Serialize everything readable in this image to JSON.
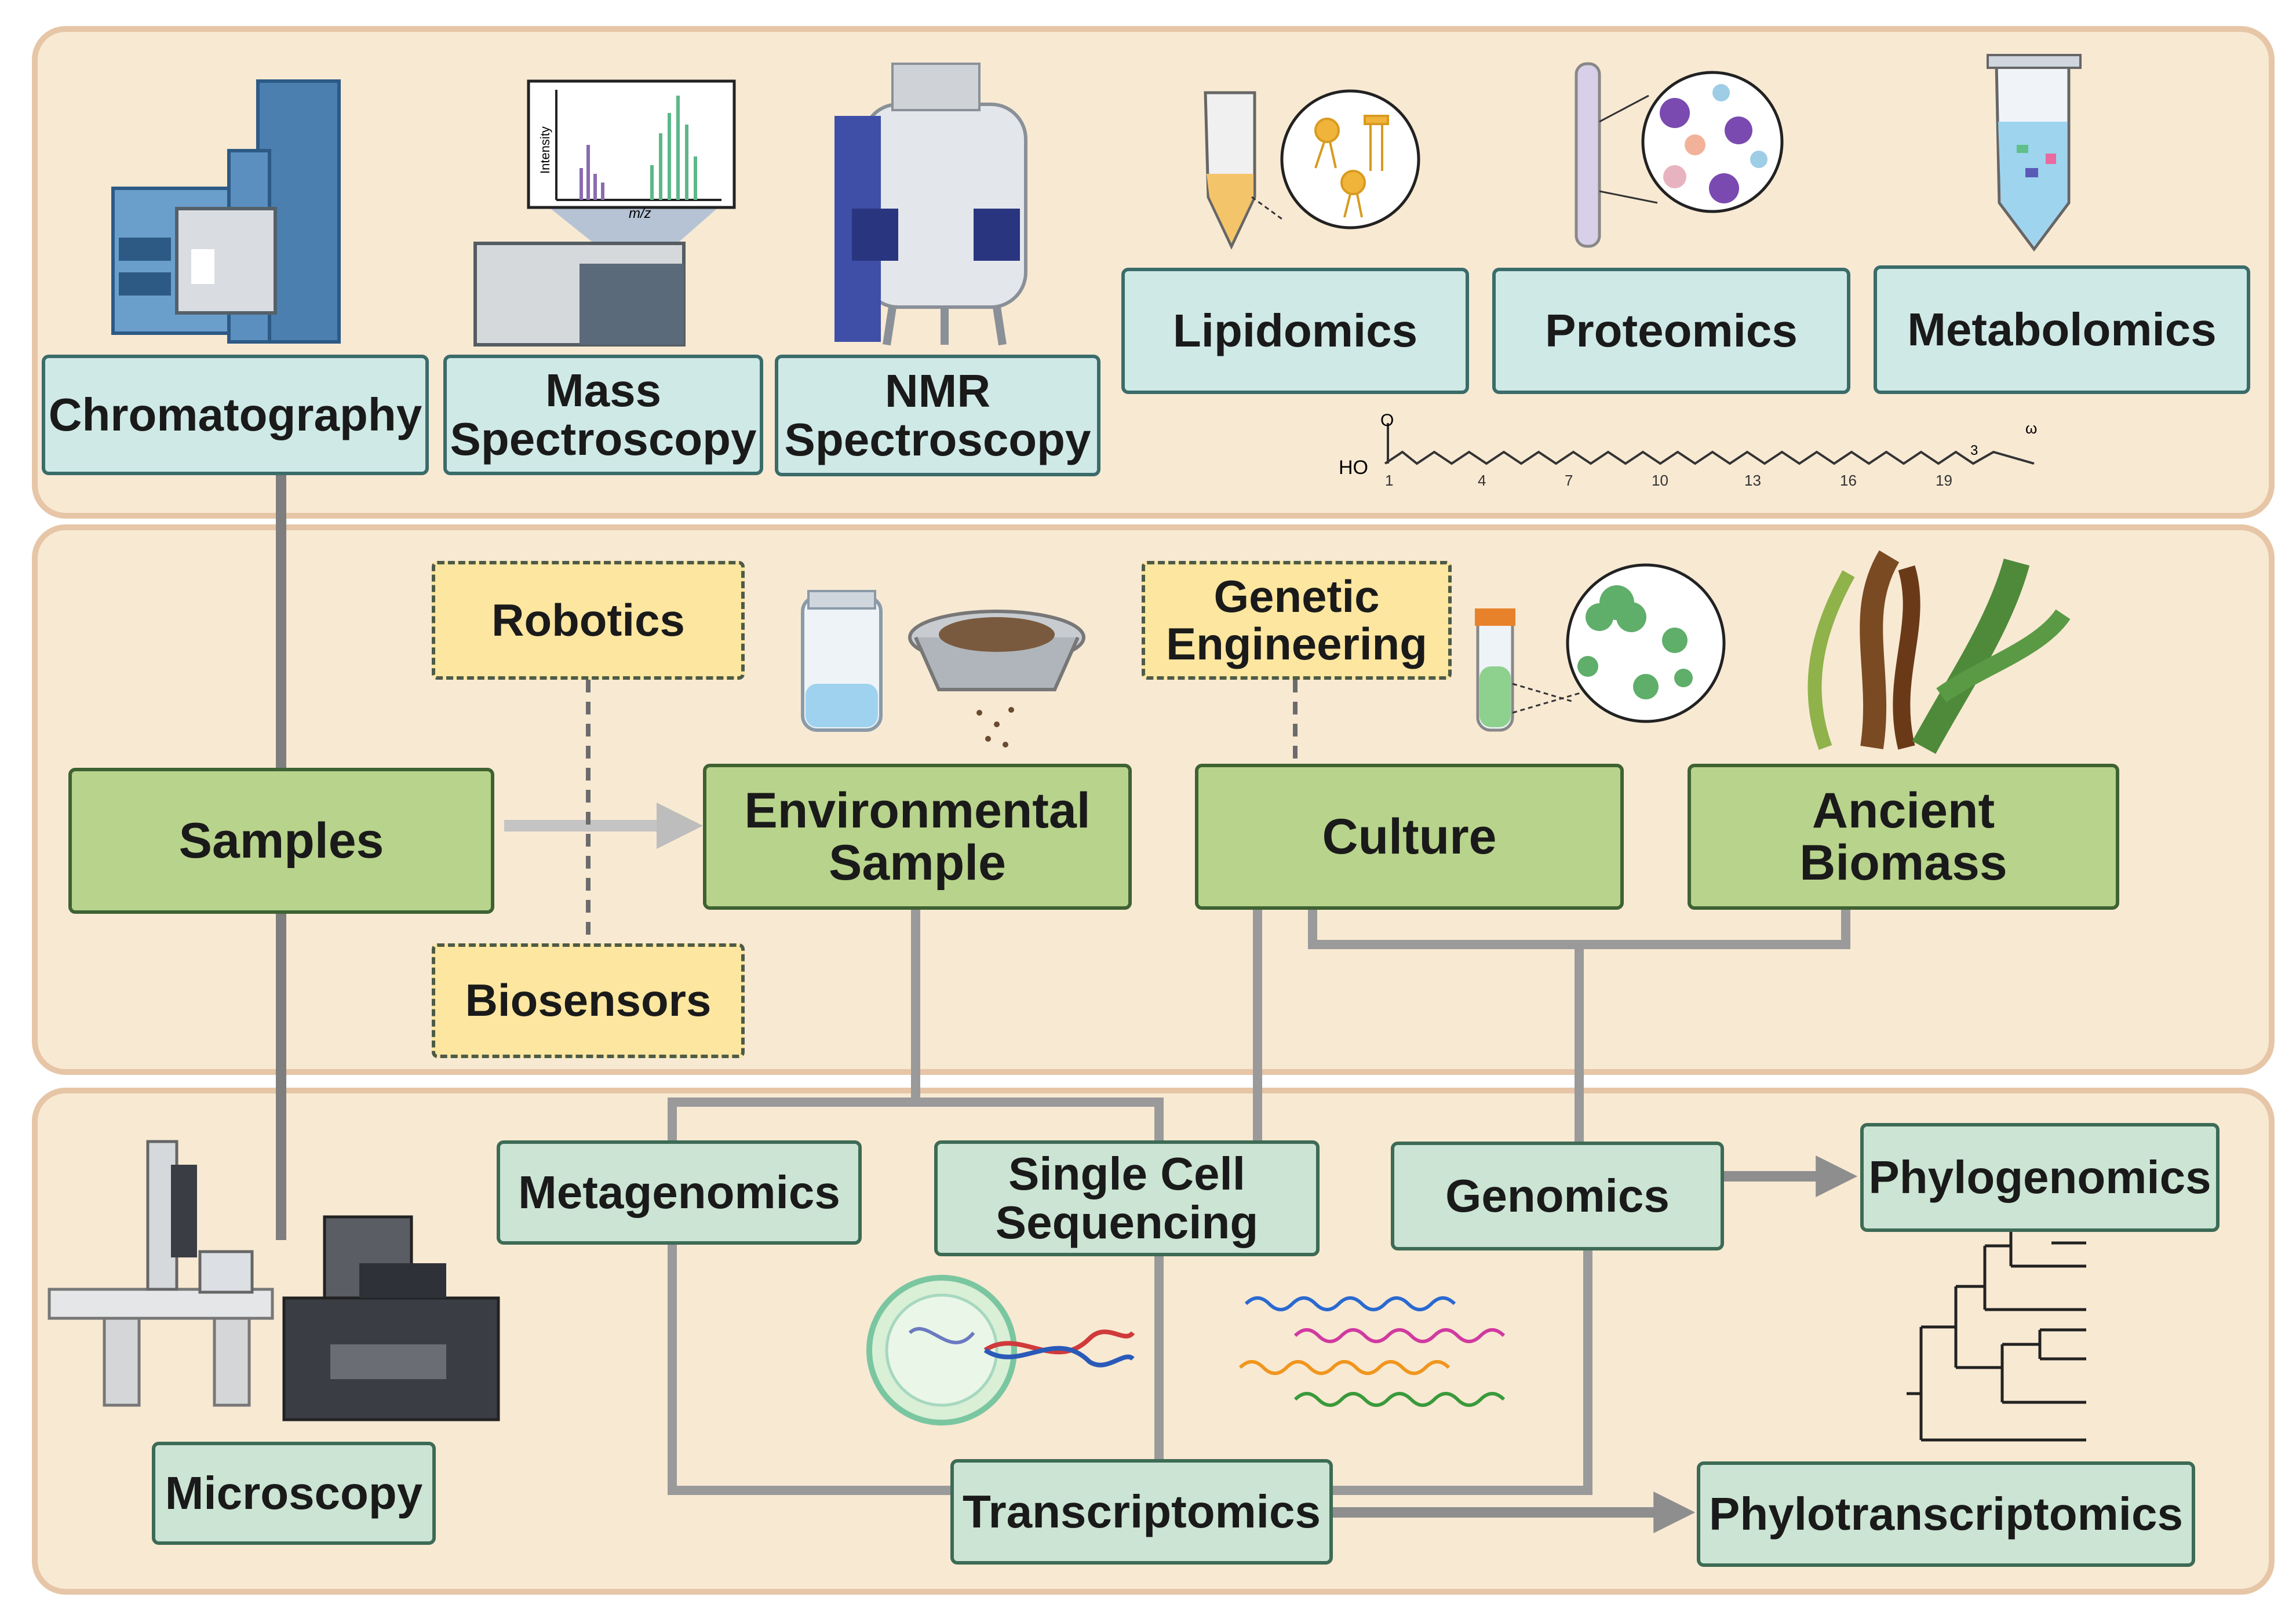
{
  "omics_panel": {
    "chromatography": "Chromatography",
    "mass_spectroscopy": "Mass\nSpectroscopy",
    "nmr_spectroscopy": "NMR\nSpectroscopy",
    "lipidomics": "Lipidomics",
    "proteomics": "Proteomics",
    "metabolomics": "Metabolomics",
    "ms_plot": {
      "ylabel": "Intensity",
      "xlabel": "m/z"
    },
    "fatty_acid": {
      "ho_label": "HO",
      "o_label": "O",
      "omega_label": "ω",
      "omega_three": "3",
      "positions": [
        "1",
        "4",
        "7",
        "10",
        "13",
        "16",
        "19"
      ]
    }
  },
  "samples_panel": {
    "robotics": "Robotics",
    "biosensors": "Biosensors",
    "genetic_engineering": "Genetic\nEngineering",
    "samples": "Samples",
    "environmental_sample": "Environmental\nSample",
    "culture": "Culture",
    "ancient_biomass": "Ancient\nBiomass"
  },
  "genomics_panel": {
    "metagenomics": "Metagenomics",
    "single_cell_sequencing": "Single Cell\nSequencing",
    "genomics": "Genomics",
    "phylogenomics": "Phylogenomics",
    "microscopy": "Microscopy",
    "transcriptomics": "Transcriptomics",
    "phylotranscriptomics": "Phylotranscriptomics"
  },
  "colors": {
    "panel_fill": "#f8e9d3",
    "panel_border": "#e6c6a6",
    "omics_box": "#cfe9e6",
    "sample_box": "#b8d38b",
    "genomics_box": "#cbe4d3",
    "tool_box": "#fde6a0",
    "connector": "#8e8e8e"
  }
}
